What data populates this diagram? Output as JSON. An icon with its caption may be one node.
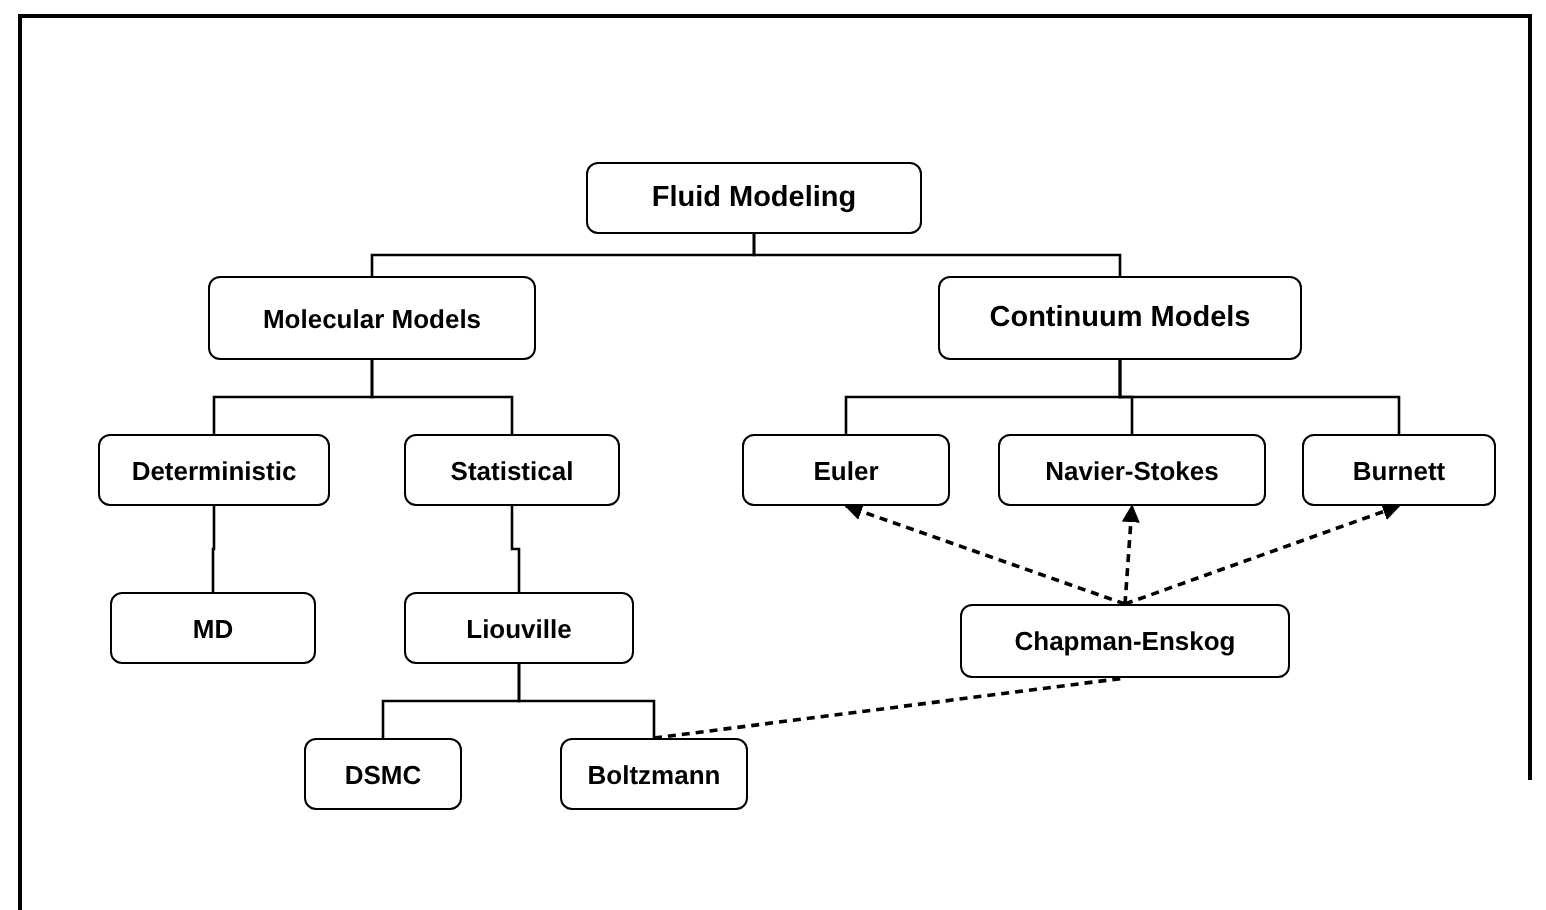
{
  "diagram": {
    "nodes": [
      {
        "text": [
          "Fluid Modeling"
        ]
      },
      {
        "text": [
          "Molecular Models"
        ]
      },
      {
        "text": [
          "Continuum Models"
        ]
      },
      {
        "text": [
          "Deterministic"
        ]
      },
      {
        "text": [
          "Statistical"
        ]
      },
      {
        "text": [
          "Euler"
        ]
      },
      {
        "text": [
          "Navier-Stokes"
        ]
      },
      {
        "text": [
          "Burnett"
        ]
      },
      {
        "text": [
          "MD"
        ]
      },
      {
        "text": [
          "Liouville"
        ]
      },
      {
        "text": [
          "Chapman-Enskog"
        ]
      },
      {
        "text": [
          "DSMC"
        ]
      },
      {
        "text": [
          "Boltzmann"
        ]
      }
    ],
    "edges": [
      {
        "from": 0,
        "to": 1,
        "arrow": "none"
      },
      {
        "from": 0,
        "to": 2,
        "arrow": "none"
      },
      {
        "from": 1,
        "to": 3,
        "arrow": "none"
      },
      {
        "from": 1,
        "to": 4,
        "arrow": "none"
      },
      {
        "from": 2,
        "to": 5,
        "arrow": "none"
      },
      {
        "from": 2,
        "to": 6,
        "arrow": "none"
      },
      {
        "from": 2,
        "to": 7,
        "arrow": "none"
      },
      {
        "from": 3,
        "to": 8,
        "arrow": "none"
      },
      {
        "from": 4,
        "to": 9,
        "arrow": "none"
      },
      {
        "from": 9,
        "to": 11,
        "arrow": "none"
      },
      {
        "from": 9,
        "to": 12,
        "arrow": "none"
      },
      {
        "from": 10,
        "to": 5,
        "arrow": "to",
        "style": "dashed"
      },
      {
        "from": 10,
        "to": 6,
        "arrow": "to",
        "style": "dashed"
      },
      {
        "from": 10,
        "to": 7,
        "arrow": "to",
        "style": "dashed"
      },
      {
        "from": 12,
        "to": 10,
        "arrow": "none",
        "style": "dashed"
      }
    ]
  }
}
